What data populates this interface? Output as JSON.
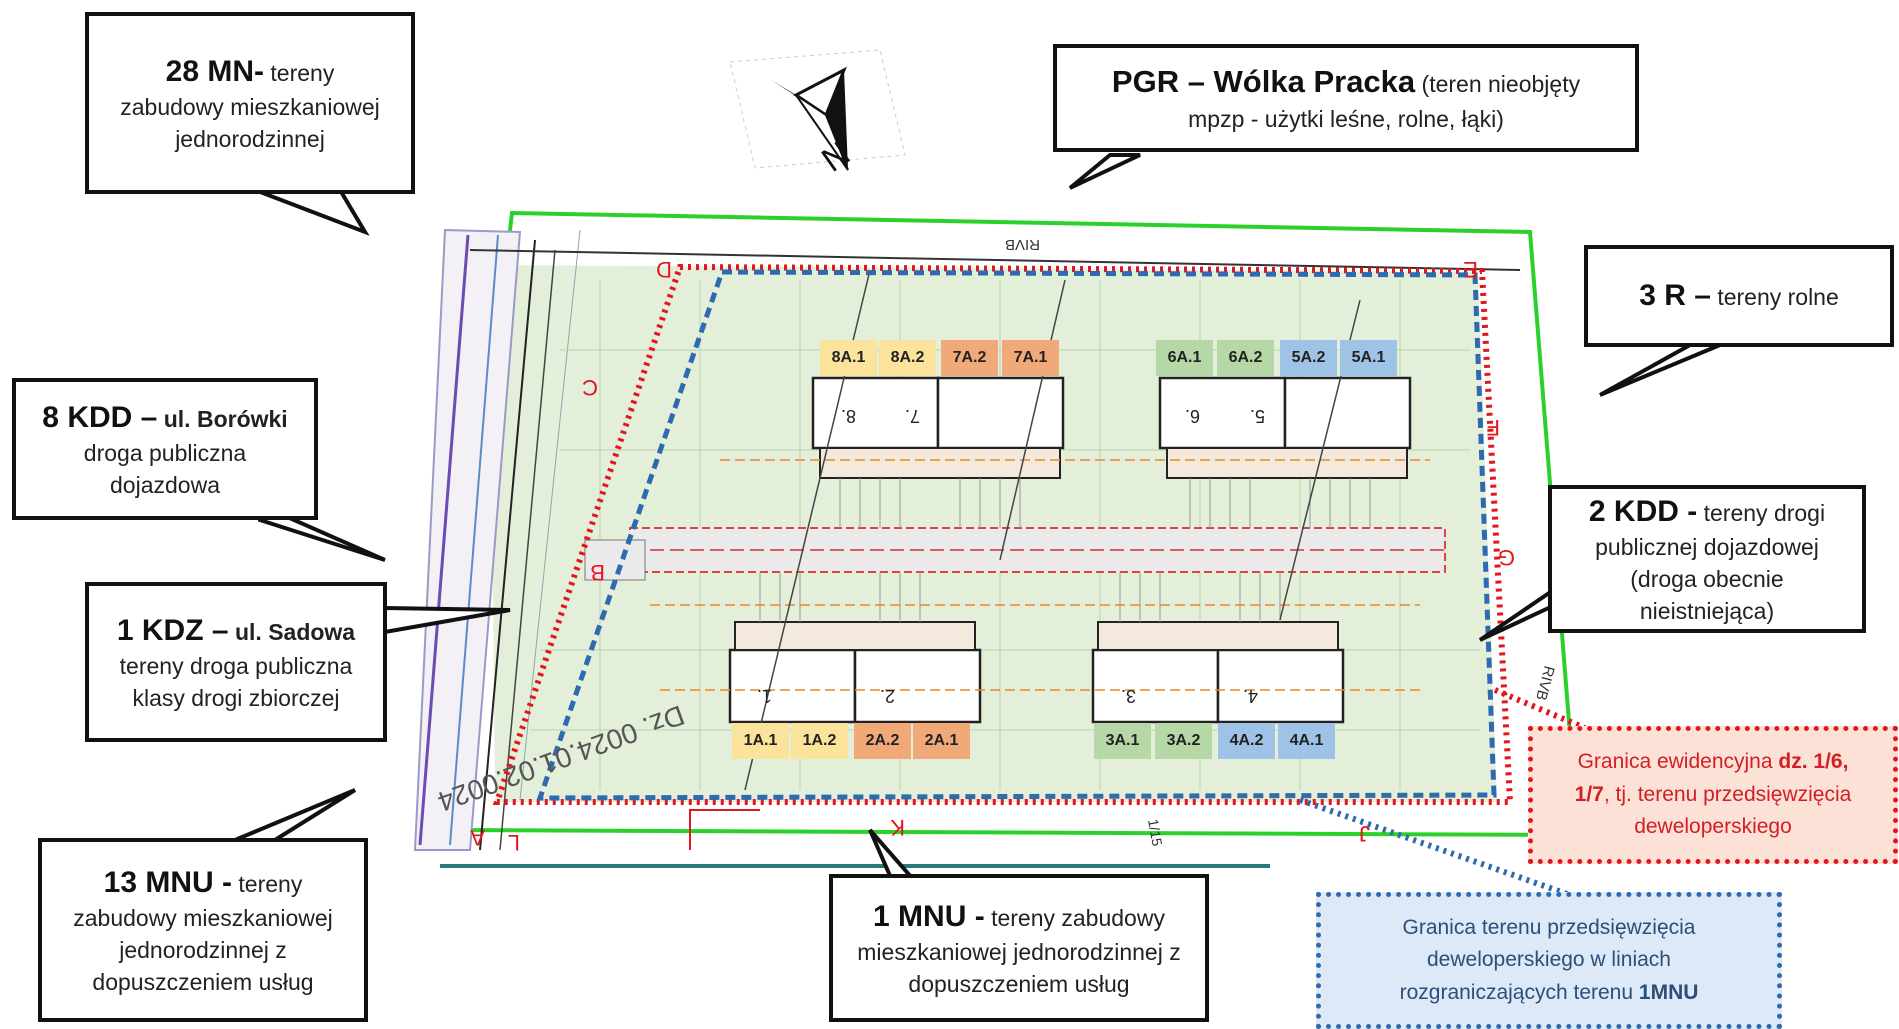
{
  "compass": {
    "icon": "north-arrow-icon",
    "label": "N"
  },
  "callouts": {
    "mn28": {
      "code": "28 MN-",
      "line1": "tereny",
      "line2": "zabudowy mieszkaniowej",
      "line3": "jednorodzinnej"
    },
    "pgr": {
      "code": "PGR – Wólka Pracka",
      "line1": "(teren nieobjęty",
      "line2": "mpzp - użytki leśne, rolne, łąki)"
    },
    "r3": {
      "code": "3 R –",
      "line1": "tereny rolne"
    },
    "kdd8": {
      "code": "8 KDD –",
      "street": "ul. Borówki",
      "line1": "droga publiczna",
      "line2": "dojazdowa"
    },
    "kdd2": {
      "code": "2 KDD -",
      "line1": "tereny drogi",
      "line2": "publicznej dojazdowej",
      "line3": "(droga obecnie",
      "line4": "nieistniejąca)"
    },
    "kdz1": {
      "code": "1 KDZ –",
      "street": "ul. Sadowa",
      "line1": "tereny droga publiczna",
      "line2": "klasy drogi zbiorczej"
    },
    "mnu13": {
      "code": "13 MNU -",
      "line1": "tereny",
      "line2": "zabudowy mieszkaniowej",
      "line3": "jednorodzinnej z",
      "line4": "dopuszczeniem usług"
    },
    "mnu1": {
      "code": "1 MNU -",
      "line1": "tereny zabudowy",
      "line2": "mieszkaniowej jednorodzinnej z",
      "line3": "dopuszczeniem usług"
    }
  },
  "legend_red": {
    "line1a": "Granica ewidencyjna ",
    "line1b": "dz. 1/6,",
    "line2a": "1/7",
    "line2b": ", tj. terenu przedsięwzięcia",
    "line3": "deweloperskiego",
    "color": "#e3161e"
  },
  "legend_blue": {
    "line1": "Granica terenu przedsięwzięcia",
    "line2": "deweloperskiego w liniach",
    "line3a": "rozgraniczających terenu ",
    "line3b": "1MNU",
    "color": "#2e6ab0"
  },
  "units_top": [
    {
      "label": "8A.1",
      "color": "yellow"
    },
    {
      "label": "8A.2",
      "color": "yellow"
    },
    {
      "label": "7A.2",
      "color": "orange"
    },
    {
      "label": "7A.1",
      "color": "orange"
    },
    {
      "label": "6A.1",
      "color": "green"
    },
    {
      "label": "6A.2",
      "color": "green"
    },
    {
      "label": "5A.2",
      "color": "blue"
    },
    {
      "label": "5A.1",
      "color": "blue"
    }
  ],
  "units_bottom": [
    {
      "label": "1A.1",
      "color": "yellow"
    },
    {
      "label": "1A.2",
      "color": "yellow"
    },
    {
      "label": "2A.2",
      "color": "orange"
    },
    {
      "label": "2A.1",
      "color": "orange"
    },
    {
      "label": "3A.1",
      "color": "green"
    },
    {
      "label": "3A.2",
      "color": "green"
    },
    {
      "label": "4A.2",
      "color": "blue"
    },
    {
      "label": "4A.1",
      "color": "blue"
    }
  ],
  "plan_marks": {
    "building_numbers_top": [
      "8.",
      "7.",
      "6.",
      "5."
    ],
    "building_numbers_bottom": [
      "1.",
      "2.",
      "3.",
      "4."
    ],
    "boundary_points": [
      "D",
      "E",
      "F",
      "G",
      "C",
      "B",
      "A",
      "L",
      "K",
      "J"
    ],
    "road_texts": [
      "RIVB",
      "RIVB"
    ],
    "parcel_text": "1/15",
    "plot_text": "Dz. 0024.01.02.0024",
    "colors": {
      "red_boundary": "#e3161e",
      "blue_boundary": "#2e6ab0",
      "green_line": "#2bd12b",
      "plan_fill": "#e3efd9"
    }
  }
}
